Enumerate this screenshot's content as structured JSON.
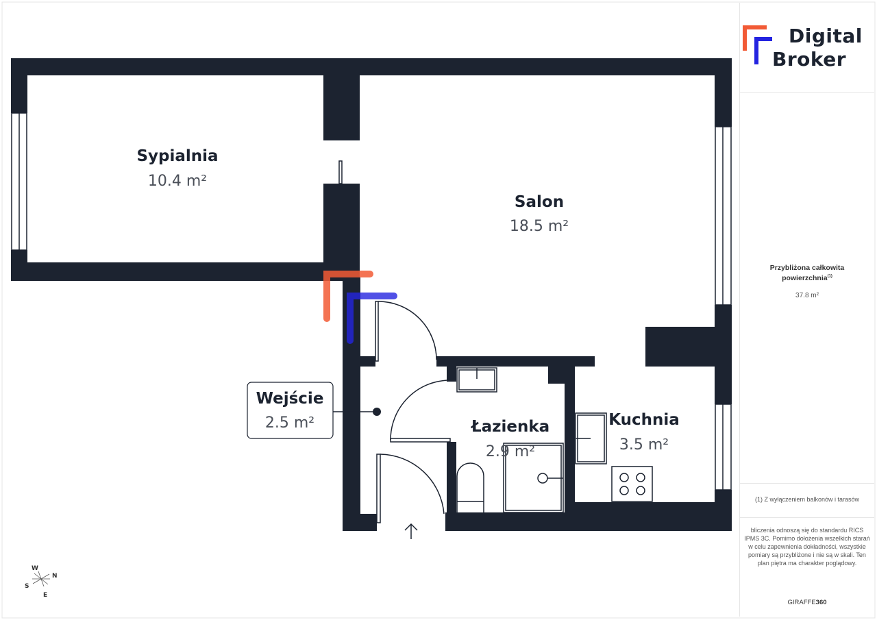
{
  "brand": {
    "line1": "Digital",
    "line2": "Broker",
    "colors": {
      "orange": "#f25a35",
      "blue": "#2424e0"
    }
  },
  "rooms": {
    "sypialnia": {
      "name": "Sypialnia",
      "area": "10.4 m²"
    },
    "salon": {
      "name": "Salon",
      "area": "18.5 m²"
    },
    "wejscie": {
      "name": "Wejście",
      "area": "2.5 m²"
    },
    "lazienka": {
      "name": "Łazienka",
      "area": "2.9 m²"
    },
    "kuchnia": {
      "name": "Kuchnia",
      "area": "3.5 m²"
    }
  },
  "compass": {
    "w": "W",
    "n": "N",
    "s": "S",
    "e": "E"
  },
  "panel": {
    "total_label_1": "Przybliżona całkowita",
    "total_label_2": "powierzchnia",
    "total_note_ref": "(1)",
    "total_value": "37.8 m²",
    "footnote": "(1) Z wyłączeniem balkonów i tarasów",
    "disclaimer": "bliczenia odnoszą się do standardu RICS IPMS 3C. Pomimo dołożenia wszelkich starań w celu zapewnienia dokładności, wszystkie pomiary są przybliżone i nie są w skali. Ten plan piętra ma charakter poglądowy.",
    "credit_a": "GIRAFFE",
    "credit_b": "360"
  },
  "colors": {
    "wall": "#1c2330"
  }
}
